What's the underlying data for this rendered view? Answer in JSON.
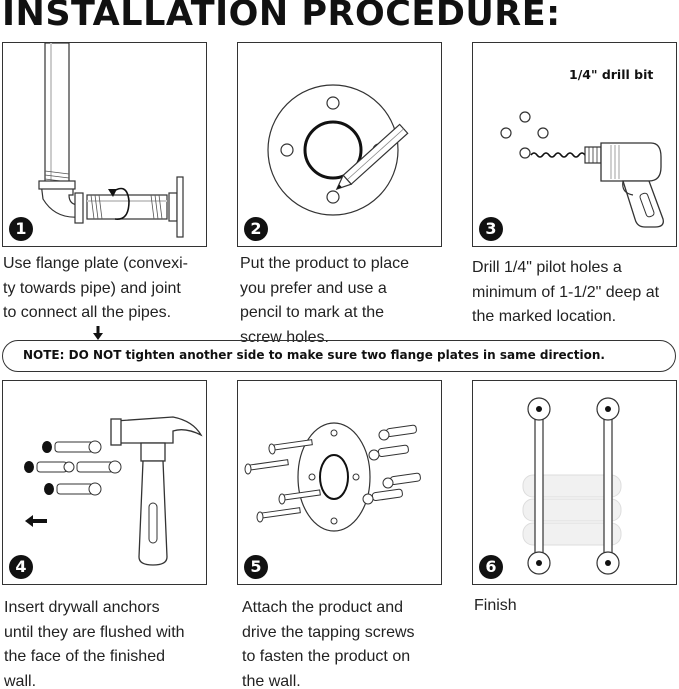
{
  "title": "INSTALLATION PROCEDURE:",
  "steps": [
    {
      "number": "1",
      "caption_lines": [
        "Use flange plate (convexi-",
        "ty towards pipe) and joint",
        "to connect all the pipes."
      ]
    },
    {
      "number": "2",
      "caption_lines": [
        "Put the product to place",
        "you prefer and use a",
        "pencil to mark at the",
        "screw holes."
      ]
    },
    {
      "number": "3",
      "label": "1/4\" drill bit",
      "caption_lines": [
        "Drill 1/4\" pilot holes a",
        "minimum of 1-1/2\" deep at",
        "the marked location."
      ]
    },
    {
      "number": "4",
      "caption_lines": [
        "Insert drywall anchors",
        "until they are flushed with",
        "the face of the finished",
        "wall."
      ]
    },
    {
      "number": "5",
      "caption_lines": [
        "Attach the product and",
        "drive the tapping screws",
        "to fasten the product on",
        "the wall."
      ]
    },
    {
      "number": "6",
      "caption_lines": [
        "Finish"
      ]
    }
  ],
  "note": "NOTE: DO NOT tighten another side to make sure two flange plates in same direction."
}
